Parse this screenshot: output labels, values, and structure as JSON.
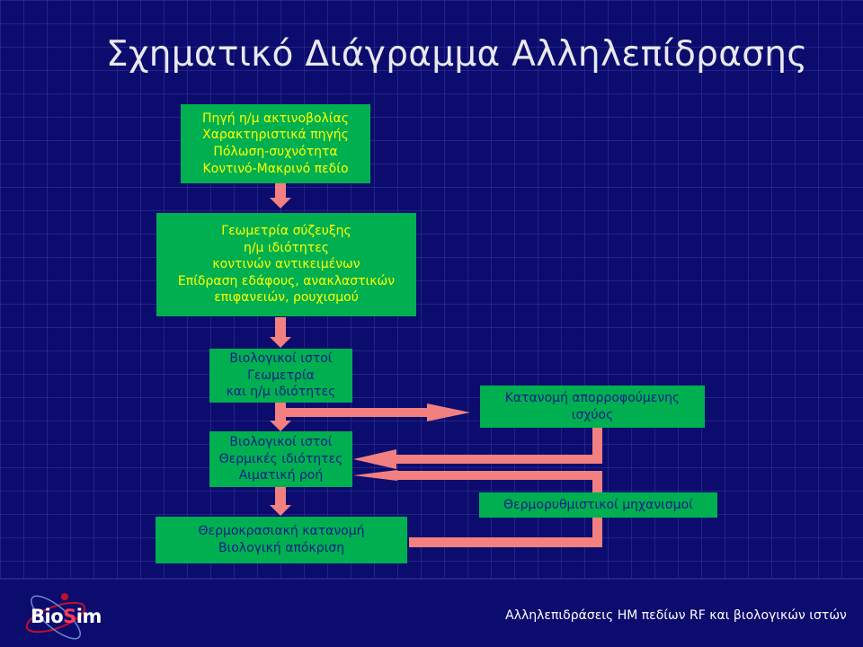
{
  "title": "Σχηματικό Διάγραμμα Αλληλεπίδρασης",
  "colors": {
    "background": "#0c0c6e",
    "grid": "#3a3aa0",
    "box": "#00b050",
    "box_text_yellow": "#ffff00",
    "box_text_blue": "#0e1d8a",
    "arrow": "#f28080"
  },
  "boxes": {
    "source": {
      "lines": [
        "Πηγή η/μ ακτινοβολίας",
        "Χαρακτηριστικά πηγής",
        "Πόλωση-συχνότητα",
        "Κοντινό-Μακρινό πεδίο"
      ]
    },
    "coupling": {
      "lines": [
        "Γεωμετρία σύζευξης",
        "η/μ ιδιότητες",
        "κοντινών αντικειμένων",
        "Επίδραση εδάφους, ανακλαστικών",
        "επιφανειών, ρουχισμού"
      ]
    },
    "bio_geometry": {
      "lines": [
        "Βιολογικοί ιστοί",
        "Γεωμετρία",
        "και η/μ ιδιότητες"
      ]
    },
    "power_distribution": {
      "lines": [
        "Κατανομή απορροφούμενης",
        "ισχύος"
      ]
    },
    "bio_thermal": {
      "lines": [
        "Βιολογικοί ιστοί",
        "Θερμικές ιδιότητες",
        "Αιματική ροή"
      ]
    },
    "thermoregulation": {
      "lines": [
        "Θερμορυθμιστικοί μηχανισμοί"
      ]
    },
    "temperature": {
      "lines": [
        "Θερμοκρασιακή κατανομή",
        "Βιολογική απόκριση"
      ]
    }
  },
  "footer": {
    "logo_part1": "Bio",
    "logo_part2": "S",
    "logo_part3": "im",
    "caption": "Αλληλεπιδράσεις HM πεδίων RF και βιολογικών ιστών"
  }
}
